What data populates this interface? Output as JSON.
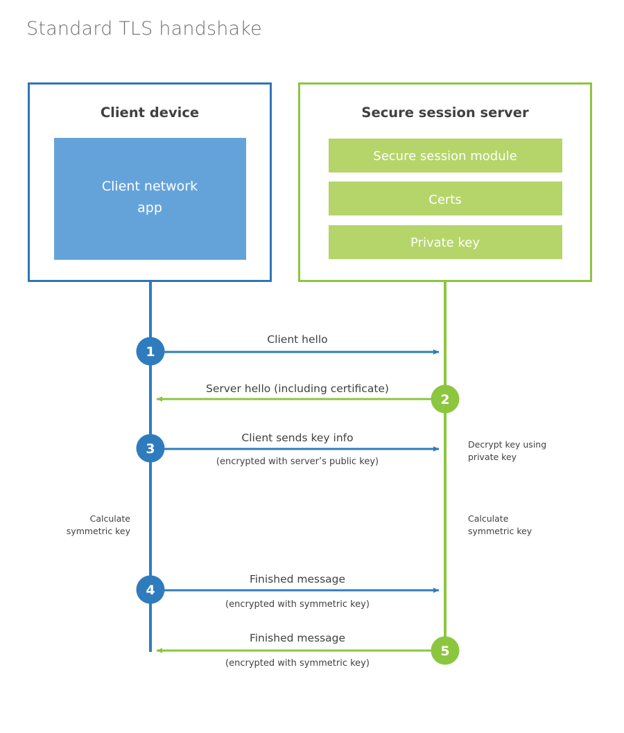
{
  "title": "Standard TLS handshake",
  "colors": {
    "client_border": "#2E75B6",
    "client_fill": "#64A3DA",
    "server_border": "#8CC63F",
    "server_fill": "#B5D56A",
    "client_line": "#2E7CBE",
    "server_line": "#8CC63F",
    "text_dark": "#404040",
    "title_gray": "#6D6E71",
    "background": "#FFFFFF"
  },
  "client": {
    "title": "Client device",
    "app_label_line1": "Client network",
    "app_label_line2": "app"
  },
  "server": {
    "title": "Secure session server",
    "modules": [
      {
        "label": "Secure session module"
      },
      {
        "label": "Certs"
      },
      {
        "label": "Private key"
      }
    ]
  },
  "steps": [
    {
      "number": "1",
      "origin": "client",
      "direction": "right",
      "label": "Client hello",
      "sublabel": ""
    },
    {
      "number": "2",
      "origin": "server",
      "direction": "left",
      "label": "Server hello (including certificate)",
      "sublabel": ""
    },
    {
      "number": "3",
      "origin": "client",
      "direction": "right",
      "label": "Client sends key info",
      "sublabel": "(encrypted with server’s public key)"
    },
    {
      "number": "4",
      "origin": "client",
      "direction": "right",
      "label": "Finished message",
      "sublabel": "(encrypted with symmetric key)"
    },
    {
      "number": "5",
      "origin": "server",
      "direction": "left",
      "label": "Finished message",
      "sublabel": "(encrypted with symmetric key)"
    }
  ],
  "notes": {
    "server_decrypt_line1": "Decrypt key using",
    "server_decrypt_line2": "private key",
    "client_calc_line1": "Calculate",
    "client_calc_line2": "symmetric key",
    "server_calc_line1": "Calculate",
    "server_calc_line2": "symmetric key"
  }
}
